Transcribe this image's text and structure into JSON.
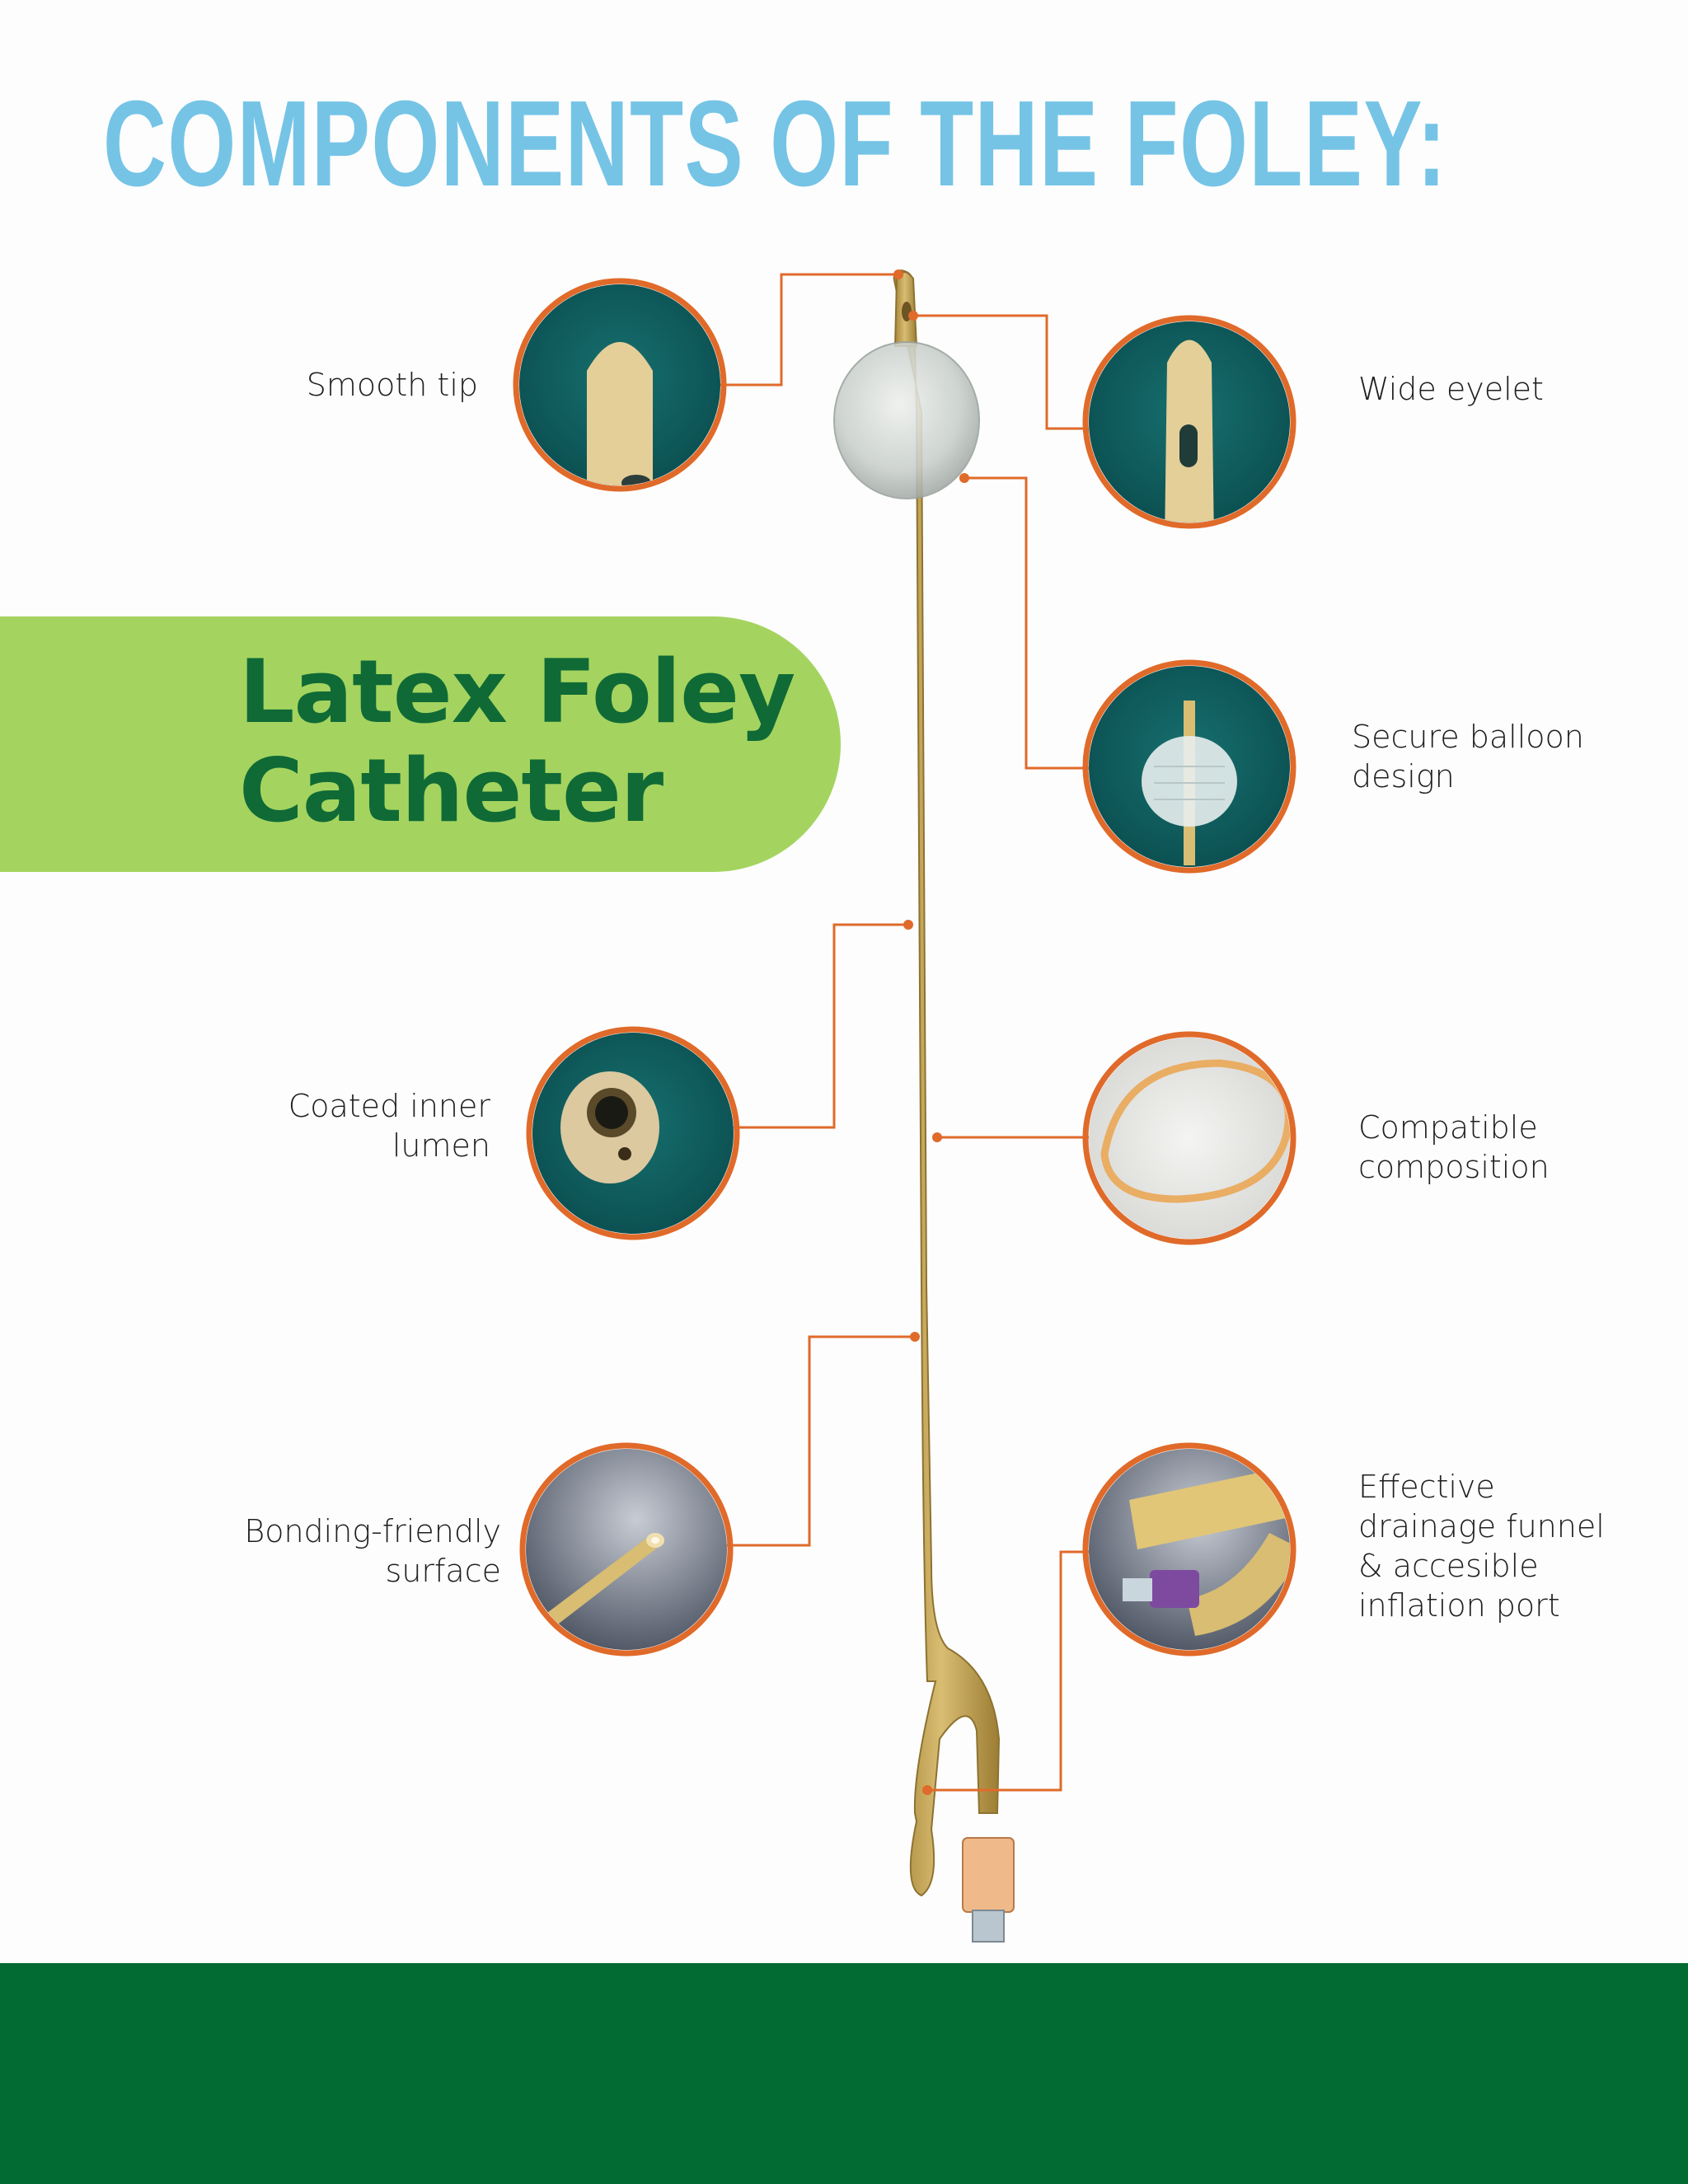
{
  "title": "COMPONENTS OF THE FOLEY:",
  "product": {
    "line1": "Latex Foley",
    "line2": "Catheter"
  },
  "components": [
    {
      "id": "smooth-tip",
      "side": "left",
      "lines": [
        "Smooth tip"
      ]
    },
    {
      "id": "wide-eyelet",
      "side": "right",
      "lines": [
        "Wide eyelet"
      ]
    },
    {
      "id": "secure-balloon",
      "side": "right",
      "lines": [
        "Secure balloon",
        "design"
      ]
    },
    {
      "id": "coated-lumen",
      "side": "left",
      "lines": [
        "Coated inner",
        "lumen"
      ]
    },
    {
      "id": "compatible-composition",
      "side": "right",
      "lines": [
        "Compatible",
        "composition"
      ]
    },
    {
      "id": "bonding-surface",
      "side": "left",
      "lines": [
        "Bonding-friendly",
        "surface"
      ]
    },
    {
      "id": "drainage-funnel",
      "side": "right",
      "lines": [
        "Effective",
        "drainage funnel",
        "& accesible",
        "inflation port"
      ]
    }
  ],
  "colors": {
    "title": "#75c4e6",
    "accent_orange": "#e06a2a",
    "pill_green": "#a4d45f",
    "product_text": "#0f6a36",
    "footer_green": "#026b33",
    "circle_teal": "#0e5a5b",
    "catheter_tan": "#c9a95a"
  }
}
